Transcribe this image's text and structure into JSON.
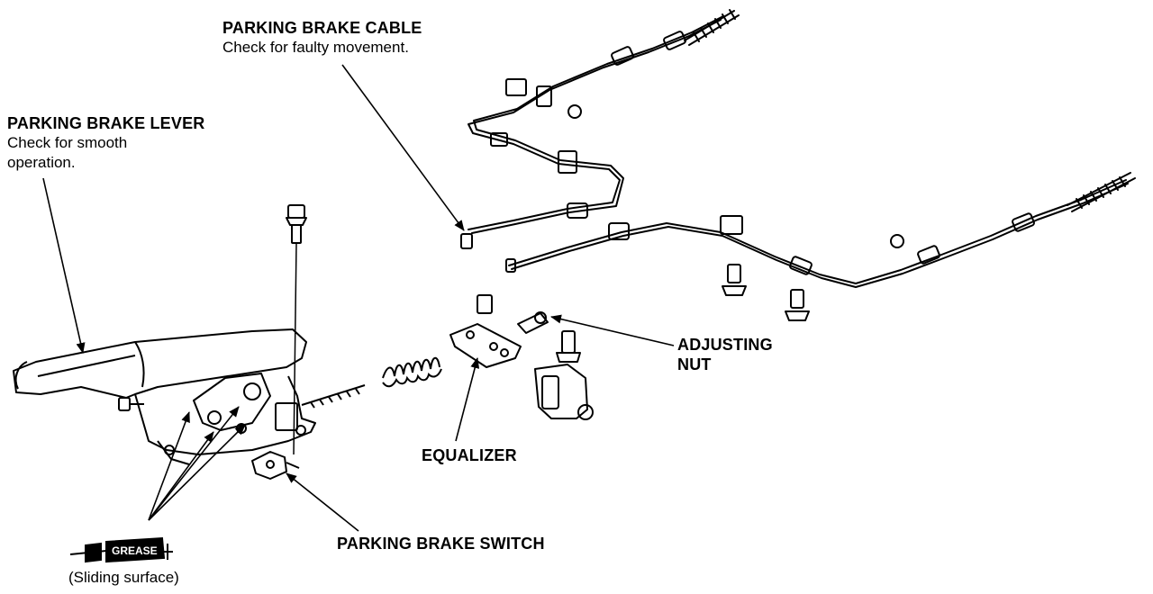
{
  "colors": {
    "ink": "#000000",
    "paper": "#ffffff"
  },
  "labels": {
    "cable": {
      "title": "PARKING BRAKE CABLE",
      "note": "Check for faulty movement."
    },
    "lever": {
      "title": "PARKING BRAKE LEVER",
      "note1": "Check for smooth",
      "note2": "operation."
    },
    "adjusting_nut": {
      "line1": "ADJUSTING",
      "line2": "NUT"
    },
    "equalizer": {
      "title": "EQUALIZER"
    },
    "switch": {
      "title": "PARKING BRAKE SWITCH"
    },
    "grease": {
      "tag": "GREASE",
      "note": "(Sliding surface)"
    }
  }
}
